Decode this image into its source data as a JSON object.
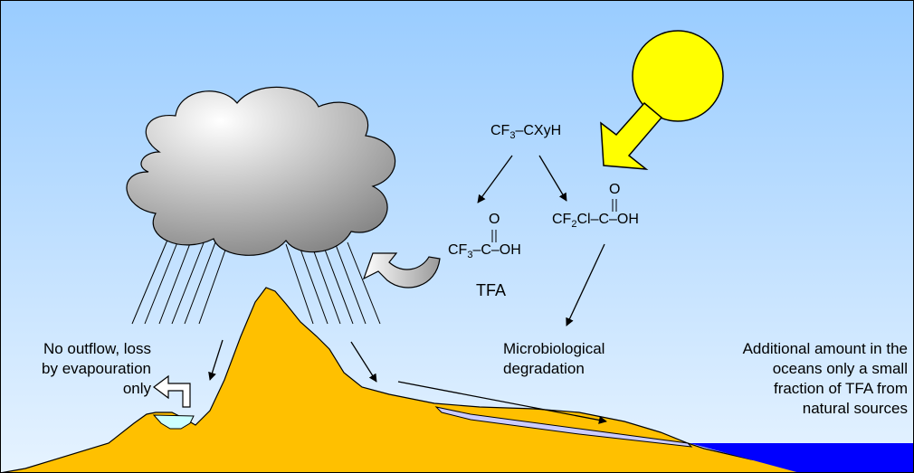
{
  "molecules": {
    "precursor": {
      "prefix": "CF",
      "sub": "3",
      "suffix": "–CXyH"
    },
    "tfa": {
      "prefix": "CF",
      "sub": "3",
      "core": "–C–OH",
      "oxygen": "O"
    },
    "cdfa": {
      "prefix": "CF",
      "sub": "2",
      "core": "Cl–C–OH",
      "oxygen": "O"
    }
  },
  "labels": {
    "tfa": "TFA",
    "outflow": [
      "No outflow, loss",
      "by evapouration",
      "only"
    ],
    "microbio": [
      "Microbiological",
      "degradation"
    ],
    "oceans": [
      "Additional amount in the",
      "oceans only a small",
      "fraction of TFA from",
      "natural sources"
    ]
  },
  "colors": {
    "sky_top": "#99ccff",
    "sky_bottom": "#e6f3ff",
    "terrain": "#ffc000",
    "sun": "#ffff00",
    "ocean": "#0000ff",
    "lake": "#ccffff",
    "river": "#ccccff",
    "cloud_light": "#ffffff",
    "cloud_dark": "#808080"
  }
}
